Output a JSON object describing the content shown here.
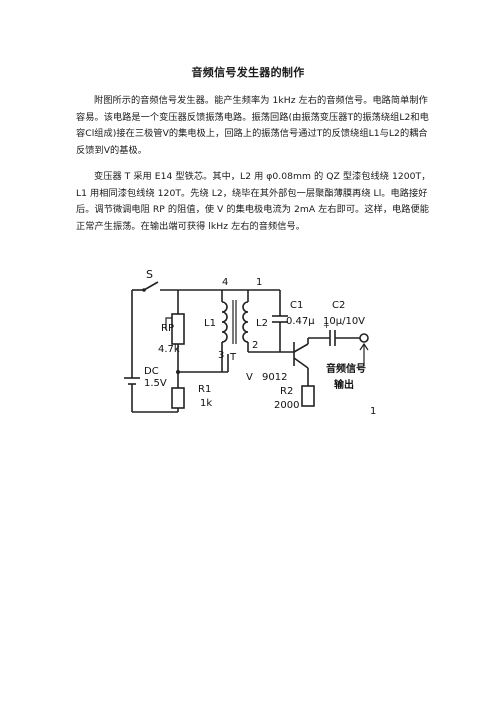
{
  "doc": {
    "title": "音频信号发生器的制作",
    "paragraph1": "附图所示的音频信号发生器。能产生频率为 1kHz 左右的音频信号。电路简单制作容易。该电路是一个变压器反馈振荡电路。振荡回路(由振荡变压器T的振荡绕组L2和电容Cl组成)接在三极管V的集电极上，回路上的振荡信号通过T的反馈绕组L1与L2的耦合反馈到V的基极。",
    "paragraph2": "变压器 T 采用 E14 型铁芯。其中，L2 用 φ0.08mm 的 QZ 型漆包线绕 1200T，L1 用相同漆包线绕 120T。先绕 L2，绕毕在其外部包一层聚酯薄膜再绕 Ll。电路接好后。调节微调电阻 RP 的阻值，使 V 的集电极电流为 2mA 左右即可。这样，电路便能正常产生振荡。在输出端可获得 lkHz 左右的音频信号。"
  },
  "schematic": {
    "switch": "S",
    "node4": "4",
    "node1": "1",
    "node3": "3",
    "node2": "2",
    "L1": "L1",
    "L2": "L2",
    "T": "T",
    "C1": "C1",
    "C1_value": "0.47μ",
    "C2": "C2",
    "C2_value": "10μ/10V",
    "RP": "RP",
    "RP_value": "4.7k",
    "DC": "DC",
    "DC_value": "1.5V",
    "R1": "R1",
    "R1_value": "1k",
    "V": "V",
    "V_model": "9012",
    "R2": "R2",
    "R2_value": "2000",
    "output_label_1": "音频信号",
    "output_label_2": "输出",
    "output_pin": "1",
    "plus_sign": "+"
  }
}
